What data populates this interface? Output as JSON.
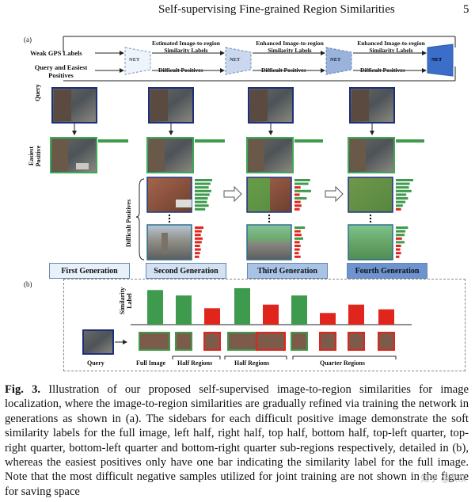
{
  "header": {
    "title": "Self-supervising Fine-grained Region Similarities",
    "page_number": "5"
  },
  "panel_a": {
    "label": "(a)",
    "inputs": {
      "weak_gps": "Weak GPS Labels",
      "query_easiest": "Query and Easiest Positives"
    },
    "net_label": "NET",
    "arrow_labels": {
      "estimated": "Estimated Image-to-region Similarity Labels",
      "enhanced": "Enhanced Image-to-region Similarity Labels",
      "difficult": "Difficult Positives"
    },
    "row_labels": {
      "query": "Query",
      "easiest": "Easiest Positive",
      "difficult": "Difficult Positives"
    },
    "generations": [
      "First Generation",
      "Second Generation",
      "Third Generation",
      "Fourth Generation"
    ]
  },
  "panel_b": {
    "label": "(b)",
    "y_label": "Similarity Label",
    "query_label": "Query",
    "region_labels": [
      "Full Image",
      "Half Regions",
      "Half Regions",
      "Quarter Regions"
    ],
    "chart_data": {
      "type": "bar",
      "categories": [
        "full",
        "left half",
        "right half",
        "top half",
        "bottom half",
        "top-left",
        "top-right",
        "bottom-left",
        "bottom-right"
      ],
      "values": [
        0.95,
        0.8,
        0.45,
        1.0,
        0.55,
        0.8,
        0.32,
        0.55,
        0.42
      ],
      "colors": [
        "#3e9a4c",
        "#3e9a4c",
        "#e0251c",
        "#3e9a4c",
        "#e0251c",
        "#3e9a4c",
        "#e0251c",
        "#e0251c",
        "#e0251c"
      ]
    }
  },
  "caption": {
    "fig": "Fig. 3.",
    "text": "Illustration of our proposed self-supervised image-to-region similarities for image localization, where the image-to-region similarities are gradually refined via training the network in generations as shown in (a). The sidebars for each difficult positive image demonstrate the soft similarity labels for the full image, left half, right half, top half, bottom half, top-left quarter, top-right quarter, bottom-left quarter and bottom-right quarter sub-regions respectively, detailed in (b), whereas the easiest positives only have one bar indicating the similarity label for the full image. Note that the most difficult negative samples utilized for joint training are not shown in the figure for saving space"
  },
  "watermark": "知乎 @灰灰"
}
